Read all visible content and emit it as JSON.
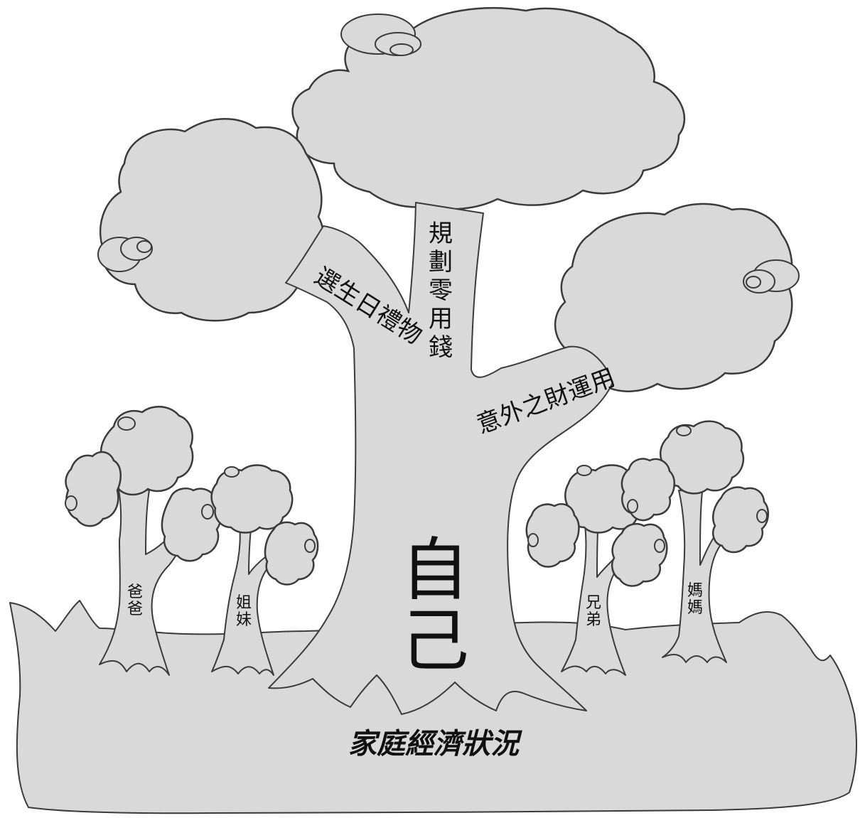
{
  "diagram": {
    "center_label": "自己",
    "branches": {
      "top": "規劃零用錢",
      "left": "選生日禮物",
      "right": "意外之財運用"
    },
    "small_trees": [
      "爸爸",
      "姐妹",
      "兄弟",
      "媽媽"
    ],
    "ground_label": "家庭經濟狀況",
    "colors": {
      "fill": "#d9d9d9",
      "stroke": "#3a3a3a",
      "text": "#111111"
    }
  }
}
